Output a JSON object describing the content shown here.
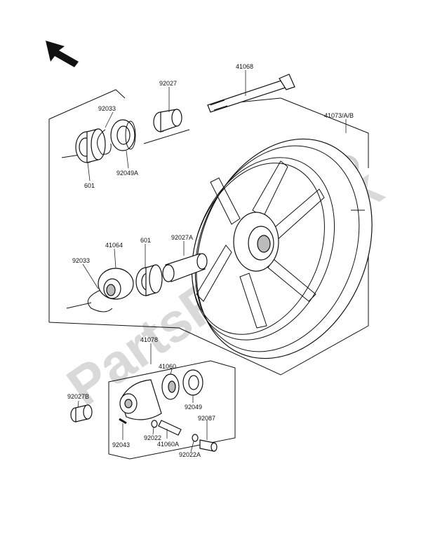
{
  "watermark": "PartsRepublik",
  "parts": {
    "p41068": "41068",
    "p92027": "92027",
    "p92033_top": "92033",
    "p41073": "41073/A/B",
    "p601_top": "601",
    "p92049A": "92049A",
    "p41064": "41064",
    "p601_mid": "601",
    "p92027A": "92027A",
    "p92033_mid": "92033",
    "p41078": "41078",
    "p41060": "41060",
    "p92027B": "92027B",
    "p92049": "92049",
    "p92087": "92087",
    "p92022": "92022",
    "p92043": "92043",
    "p41060A": "41060A",
    "p92022A": "92022A"
  },
  "icons": {
    "direction": "arrow-up-left-icon",
    "brand": "gear-icon"
  },
  "colors": {
    "line": "#111111",
    "watermark": "#d9d9d9"
  }
}
